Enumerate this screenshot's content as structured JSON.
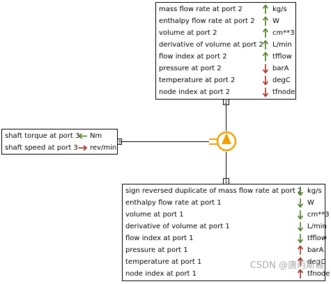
{
  "colors": {
    "out": "#4a7a1e",
    "in": "#a02a1a",
    "pump": "#f0a000"
  },
  "top_box": {
    "port_label": "2",
    "rows": [
      {
        "label": "mass flow rate at port 2",
        "dir": "up",
        "color": "out",
        "unit": "kg/s"
      },
      {
        "label": "enthalpy flow rate at port 2",
        "dir": "up",
        "color": "out",
        "unit": "W"
      },
      {
        "label": "volume at port 2",
        "dir": "up",
        "color": "out",
        "unit": "cm**3"
      },
      {
        "label": "derivative of volume at port 2",
        "dir": "up",
        "color": "out",
        "unit": "L/min"
      },
      {
        "label": "flow index at port 2",
        "dir": "up",
        "color": "out",
        "unit": "tfflow"
      },
      {
        "label": "pressure at port 2",
        "dir": "down",
        "color": "in",
        "unit": "barA"
      },
      {
        "label": "temperature at port 2",
        "dir": "down",
        "color": "in",
        "unit": "degC"
      },
      {
        "label": "node index at port 2",
        "dir": "down",
        "color": "in",
        "unit": "tfnode"
      }
    ]
  },
  "left_box": {
    "port_label": "3",
    "rows": [
      {
        "label": "shaft torque at port 3",
        "dir": "left",
        "color": "out",
        "unit": "Nm"
      },
      {
        "label": "shaft speed at port 3",
        "dir": "right",
        "color": "in",
        "unit": "rev/min"
      }
    ]
  },
  "bottom_box": {
    "port_label": "1",
    "rows": [
      {
        "label": "sign reversed duplicate of mass flow rate at port 2",
        "dir": "down",
        "color": "out",
        "unit": "kg/s"
      },
      {
        "label": "enthalpy flow rate at port 1",
        "dir": "down",
        "color": "out",
        "unit": "W"
      },
      {
        "label": "volume at port 1",
        "dir": "down",
        "color": "out",
        "unit": "cm**3"
      },
      {
        "label": "derivative of volume at port 1",
        "dir": "down",
        "color": "out",
        "unit": "L/min"
      },
      {
        "label": "flow index at port 1",
        "dir": "down",
        "color": "out",
        "unit": "tfflow"
      },
      {
        "label": "pressure at port 1",
        "dir": "up",
        "color": "in",
        "unit": "barA"
      },
      {
        "label": "temperature at port 1",
        "dir": "up",
        "color": "in",
        "unit": "degC"
      },
      {
        "label": "node index at port 1",
        "dir": "up",
        "color": "in",
        "unit": "tfnode"
      }
    ]
  },
  "watermark": "CSDN @唐丙斯城"
}
